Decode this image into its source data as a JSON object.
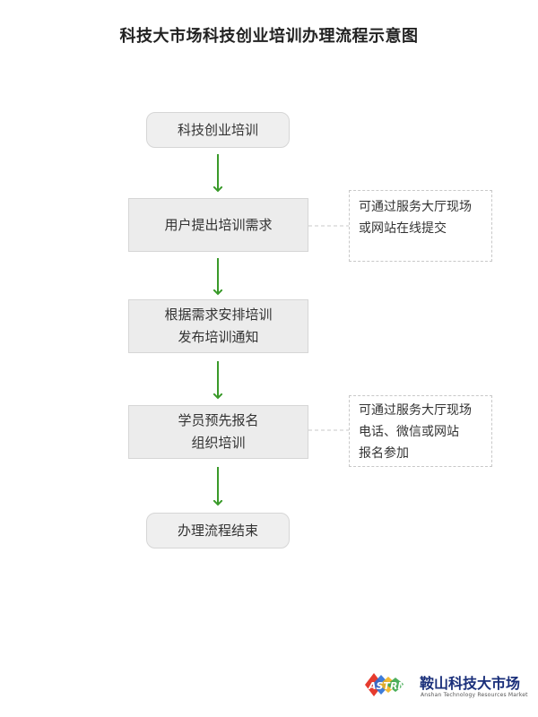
{
  "title": "科技大市场科技创业培训办理流程示意图",
  "steps": [
    {
      "lines": [
        "科技创业培训"
      ]
    },
    {
      "lines": [
        "用户提出培训需求"
      ]
    },
    {
      "lines": [
        "根据需求安排培训",
        "发布培训通知"
      ]
    },
    {
      "lines": [
        "学员预先报名",
        "组织培训"
      ]
    },
    {
      "lines": [
        "办理流程结束"
      ]
    }
  ],
  "notes": [
    {
      "lines": [
        "可通过服务大厅现场",
        "或网站在线提交"
      ]
    },
    {
      "lines": [
        "可通过服务大厅现场",
        "电话、微信或网站",
        "报名参加"
      ]
    }
  ],
  "logo": {
    "name": "鞍山科技大市场",
    "subtitle": "Anshan Technology Resources Market",
    "mark_text": "ASTRM"
  },
  "colors": {
    "arrow": "#3a9a2a",
    "connector": "#c8c8c8",
    "node_fill": "#ececec",
    "logo_blue": "#1a2f7a"
  }
}
